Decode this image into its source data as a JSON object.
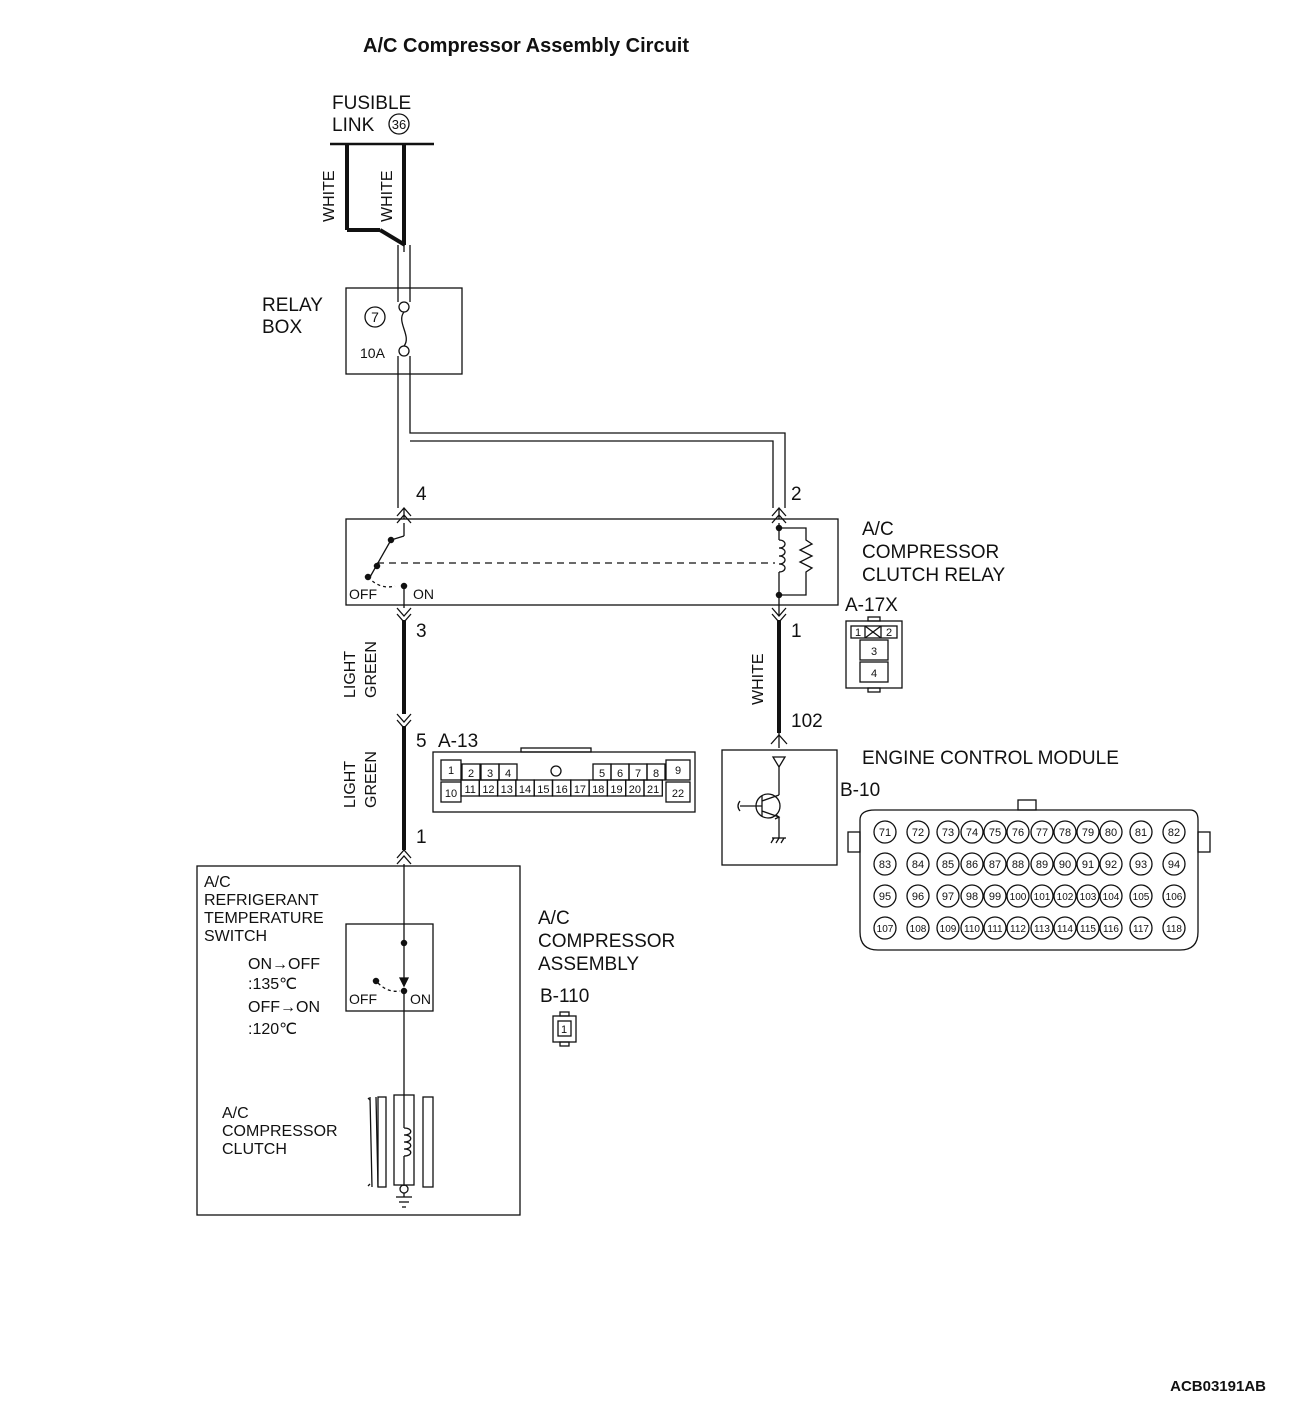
{
  "title": "A/C Compressor Assembly Circuit",
  "fusible_link": {
    "line1": "FUSIBLE",
    "line2": "LINK",
    "number": "36"
  },
  "wire_colors": {
    "left_white": "WHITE",
    "right_white": "WHITE",
    "light_green_upper_1": "LIGHT",
    "light_green_upper_2": "GREEN",
    "light_green_lower_1": "LIGHT",
    "light_green_lower_2": "GREEN",
    "relay_to_ecm": "WHITE"
  },
  "relay_box": {
    "line1": "RELAY",
    "line2": "BOX",
    "fuse_number": "7",
    "fuse_rating": "10A"
  },
  "relay": {
    "line1": "A/C",
    "line2": "COMPRESSOR",
    "line3": "CLUTCH RELAY",
    "connector": "A-17X",
    "off_label": "OFF",
    "on_label": "ON",
    "pin_top_left": "4",
    "pin_top_right": "2",
    "pin_bottom_left": "3",
    "pin_bottom_right": "1"
  },
  "relay_connector_pins": [
    "1",
    "2",
    "3",
    "4"
  ],
  "junction": {
    "pin_a13": "5",
    "connector": "A-13",
    "pin_assembly": "1"
  },
  "a13_top_pins": [
    "1",
    "2",
    "3",
    "4",
    "5",
    "6",
    "7",
    "8",
    "9"
  ],
  "a13_bottom_pins": [
    "10",
    "11",
    "12",
    "13",
    "14",
    "15",
    "16",
    "17",
    "18",
    "19",
    "20",
    "21",
    "22"
  ],
  "ecm": {
    "name": "ENGINE CONTROL MODULE",
    "connector": "B-10",
    "pin": "102"
  },
  "ecm_pin_rows": [
    [
      "71",
      "72",
      "73",
      "74",
      "75",
      "76",
      "77",
      "78",
      "79",
      "80",
      "81",
      "82"
    ],
    [
      "83",
      "84",
      "85",
      "86",
      "87",
      "88",
      "89",
      "90",
      "91",
      "92",
      "93",
      "94"
    ],
    [
      "95",
      "96",
      "97",
      "98",
      "99",
      "100",
      "101",
      "102",
      "103",
      "104",
      "105",
      "106"
    ],
    [
      "107",
      "108",
      "109",
      "110",
      "111",
      "112",
      "113",
      "114",
      "115",
      "116",
      "117",
      "118"
    ]
  ],
  "assembly": {
    "line1": "A/C",
    "line2": "COMPRESSOR",
    "line3": "ASSEMBLY",
    "connector": "B-110",
    "connector_pin": "1"
  },
  "temp_switch": {
    "line1": "A/C",
    "line2": "REFRIGERANT",
    "line3": "TEMPERATURE",
    "line4": "SWITCH",
    "spec1": "ON→OFF",
    "spec2": ":135℃",
    "spec3": "OFF→ON",
    "spec4": ":120℃",
    "off_label": "OFF",
    "on_label": "ON"
  },
  "clutch": {
    "line1": "A/C",
    "line2": "COMPRESSOR",
    "line3": "CLUTCH"
  },
  "figure_code": "ACB03191AB"
}
